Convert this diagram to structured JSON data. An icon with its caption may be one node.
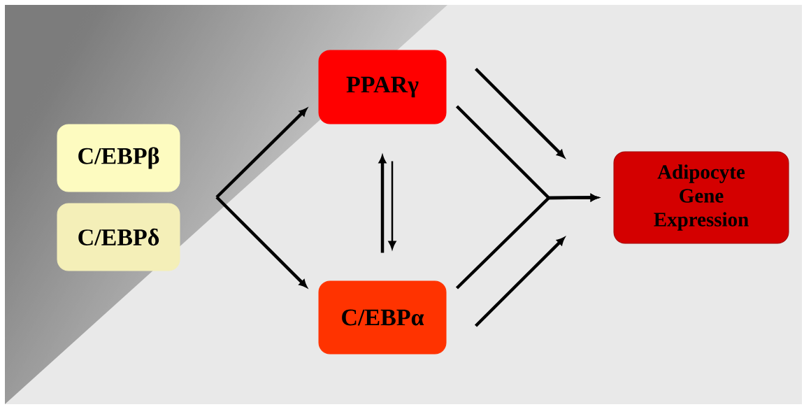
{
  "diagram": {
    "nodes": [
      {
        "text": [
          "C/EBPβ"
        ]
      },
      {
        "text": [
          "C/EBPδ"
        ]
      },
      {
        "text": [
          "PPARγ"
        ]
      },
      {
        "text": [
          "C/EBPα"
        ]
      },
      {
        "text": [
          "Adipocyte Gene Expression"
        ]
      }
    ],
    "edges": [
      {
        "from": null,
        "to": 2,
        "arrow": "to"
      },
      {
        "from": null,
        "to": 3,
        "arrow": "to"
      },
      {
        "from": 3,
        "to": 2,
        "arrow": "to"
      },
      {
        "from": 2,
        "to": 3,
        "arrow": "to"
      },
      {
        "from": 2,
        "to": null,
        "arrow": "to"
      },
      {
        "from": 3,
        "to": null,
        "arrow": "to"
      },
      {
        "from": 2,
        "to": 4,
        "arrow": "to"
      },
      {
        "from": 3,
        "to": 4,
        "arrow": "to"
      }
    ]
  }
}
